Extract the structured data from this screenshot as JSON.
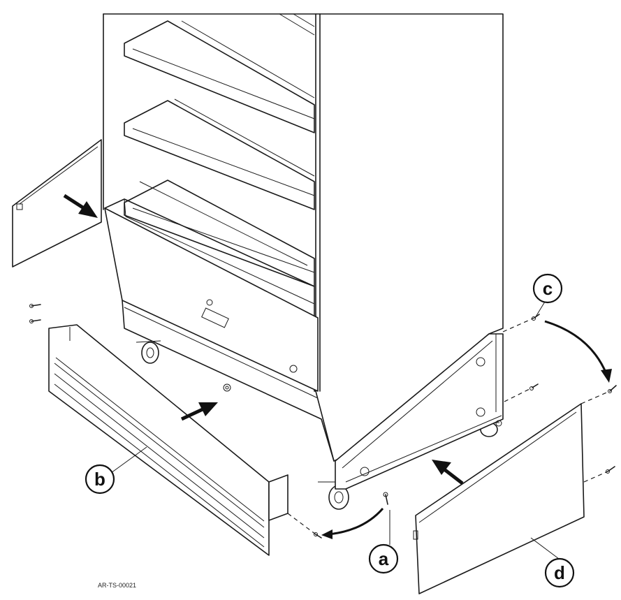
{
  "callouts": {
    "a": "a",
    "b": "b",
    "c": "c",
    "d": "d"
  },
  "document_id": "AR-TS-00021"
}
